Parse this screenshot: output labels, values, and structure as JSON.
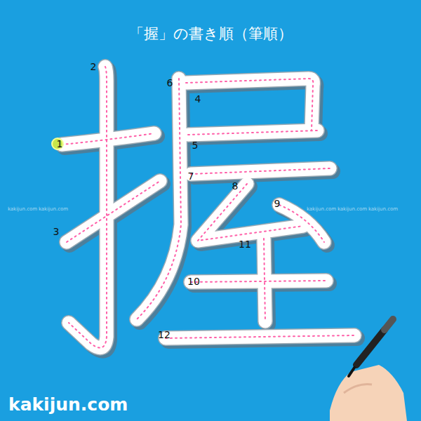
{
  "diagram": {
    "title": "「握」の書き順（筆順）",
    "labels": [
      "1",
      "2",
      "3",
      "4",
      "5",
      "6",
      "7",
      "8",
      "9",
      "10",
      "11",
      "12",
      "kakijun.com",
      "kakijun.com",
      "kakijun.com",
      "kakijun.com",
      "kakijun.com",
      "kakijun.com"
    ]
  }
}
